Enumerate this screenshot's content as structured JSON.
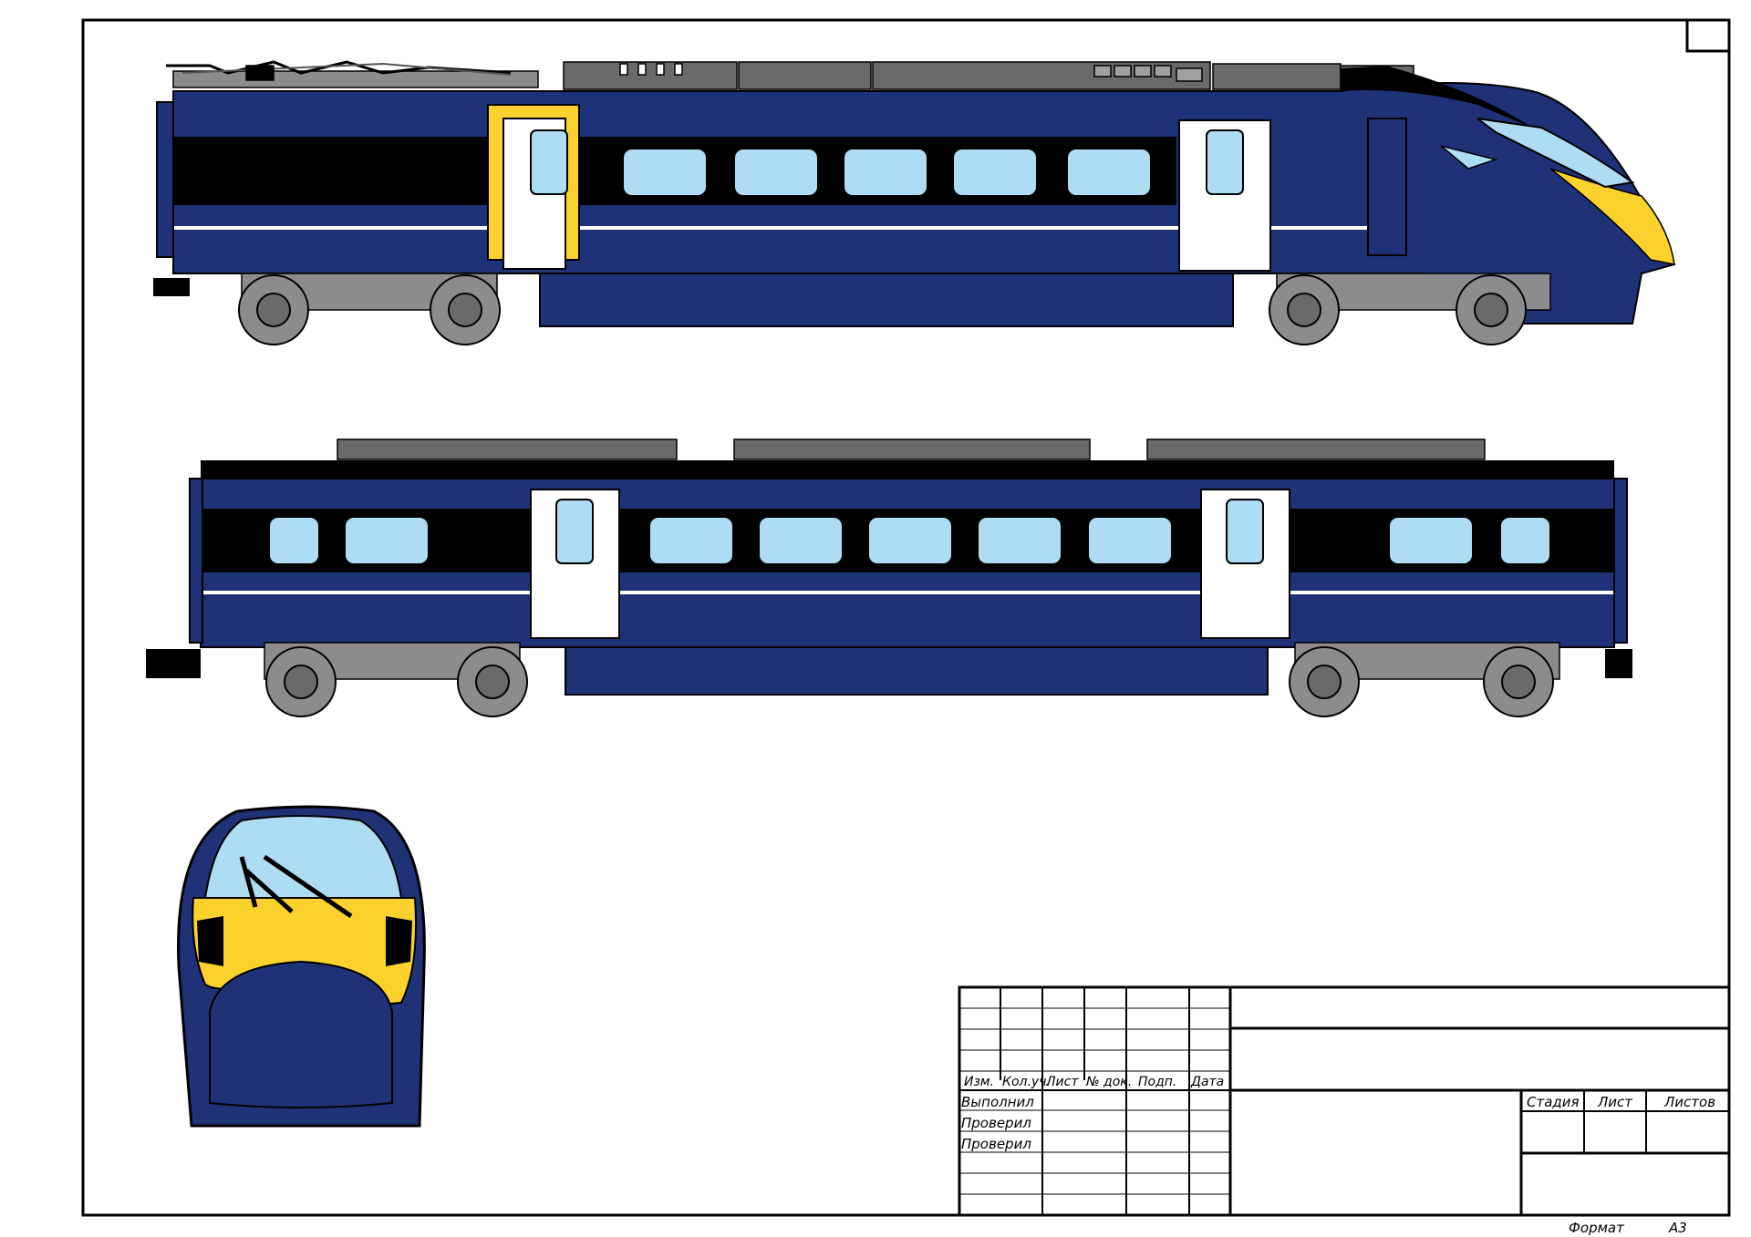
{
  "colors": {
    "body_blue": "#1f3277",
    "band_black": "#000000",
    "window_blue": "#aedcf3",
    "accent_yellow": "#fbd22d",
    "roof_grey": "#6a6a6a",
    "bogie_grey": "#8c8c8c",
    "door_white": "#ffffff",
    "line": "#000000"
  },
  "drawing": {
    "views": [
      "driving-car-side-view",
      "intermediate-car-side-view",
      "front-view"
    ]
  },
  "title_block": {
    "header": {
      "izm": "Изм.",
      "kol_uch": "Кол.уч.",
      "list": "Лист",
      "n_dok": "№ док.",
      "podp": "Подп.",
      "data": "Дата"
    },
    "rows": {
      "vypolnil": "Выполнил",
      "proveril_1": "Проверил",
      "proveril_2": "Проверил"
    },
    "stage": {
      "stadiya": "Стадия",
      "list": "Лист",
      "listov": "Листов"
    }
  },
  "footer": {
    "format_label": "Формат",
    "format_value": "А3"
  }
}
